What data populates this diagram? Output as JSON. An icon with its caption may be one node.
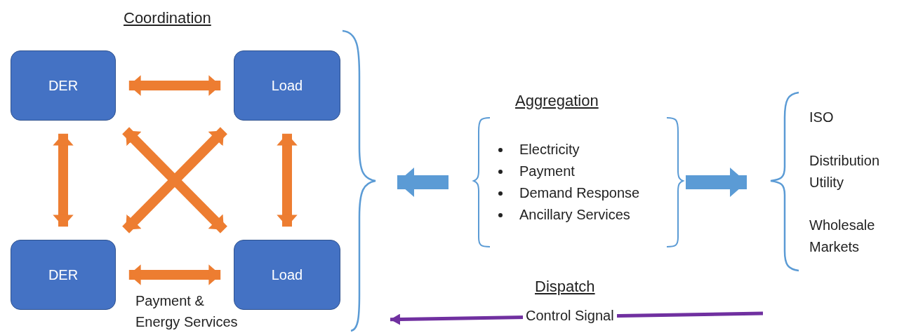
{
  "diagram": {
    "nodes": [
      {
        "text": [
          "Coordination"
        ]
      },
      {
        "text": [
          "DER"
        ],
        "in": 0
      },
      {
        "text": [
          "Load"
        ],
        "in": 0
      },
      {
        "text": [
          "DER"
        ],
        "in": 0
      },
      {
        "text": [
          "Load"
        ],
        "in": 0
      },
      {
        "text": [
          "Aggregation",
          "Electricity",
          "Payment",
          "Demand Response",
          "Ancillary Services"
        ]
      },
      {
        "text": [
          "ISO",
          "Distribution Utility",
          "Wholesale Markets"
        ]
      }
    ],
    "edges": [
      {
        "from": 1,
        "to": 2,
        "arrow": "both"
      },
      {
        "from": 1,
        "to": 3,
        "arrow": "both"
      },
      {
        "from": 2,
        "to": 4,
        "arrow": "both"
      },
      {
        "from": 3,
        "to": 4,
        "arrow": "both"
      },
      {
        "from": 1,
        "to": 4,
        "arrow": "both"
      },
      {
        "from": 2,
        "to": 3,
        "arrow": "both"
      },
      {
        "from": 5,
        "to": 0,
        "arrow": "to",
        "color": "#5b9bd5"
      },
      {
        "from": 5,
        "to": 6,
        "arrow": "to",
        "color": "#5b9bd5"
      },
      {
        "from": 6,
        "to": 0,
        "arrow": "to",
        "label": "Control Signal",
        "color": "#7030a0"
      }
    ],
    "labels": [
      "Payment & Energy Services",
      "Dispatch"
    ]
  }
}
